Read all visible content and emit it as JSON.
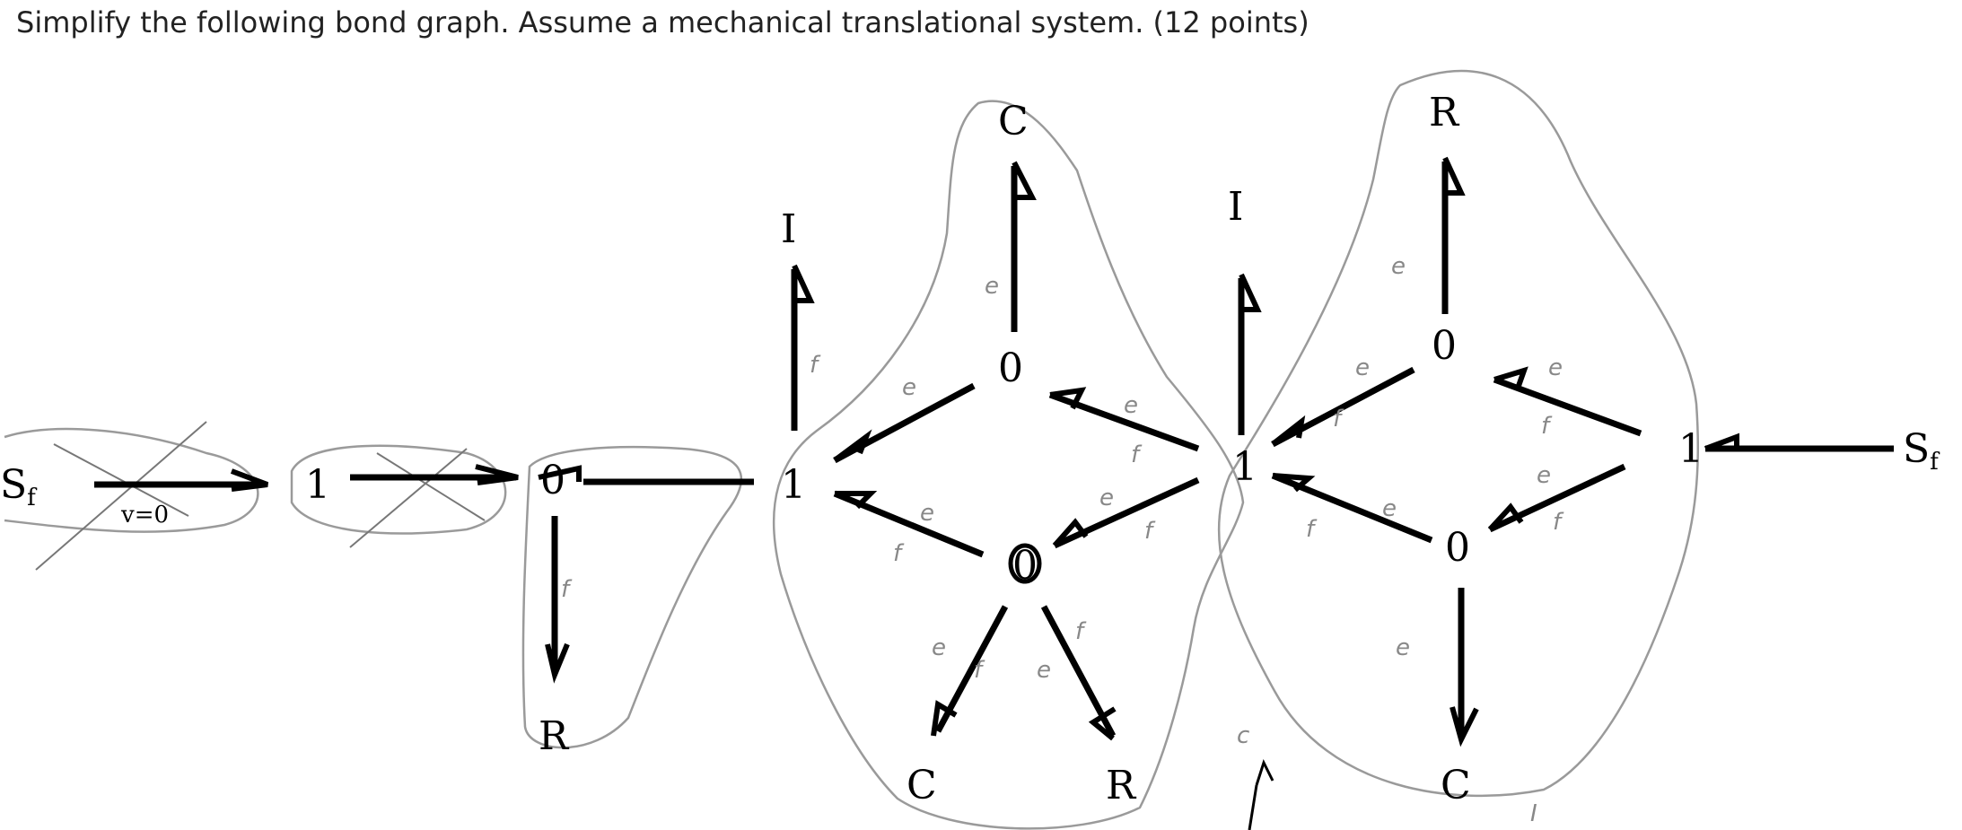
{
  "question": {
    "text": "Simplify the following bond graph. Assume a mechanical translational system. (12 points)"
  },
  "nodes": {
    "sf_left": "S",
    "sf_left_sub": "f",
    "sf_right": "S",
    "sf_right_sub": "f",
    "j1_a": "1",
    "j0_a": "0",
    "r_a": "R",
    "j1_b": "1",
    "i_b": "I",
    "j0_c": "0",
    "c_c": "C",
    "j0_d": "0",
    "c_d": "C",
    "r_d": "R",
    "j1_e": "1",
    "i_e": "I",
    "j0_f": "0",
    "r_f": "R",
    "j0_g": "0",
    "c_g": "C",
    "j1_h": "1"
  },
  "annotations": {
    "v0": "v=0",
    "e": "e",
    "f": "f",
    "c_small": "c",
    "i_small": "I"
  }
}
